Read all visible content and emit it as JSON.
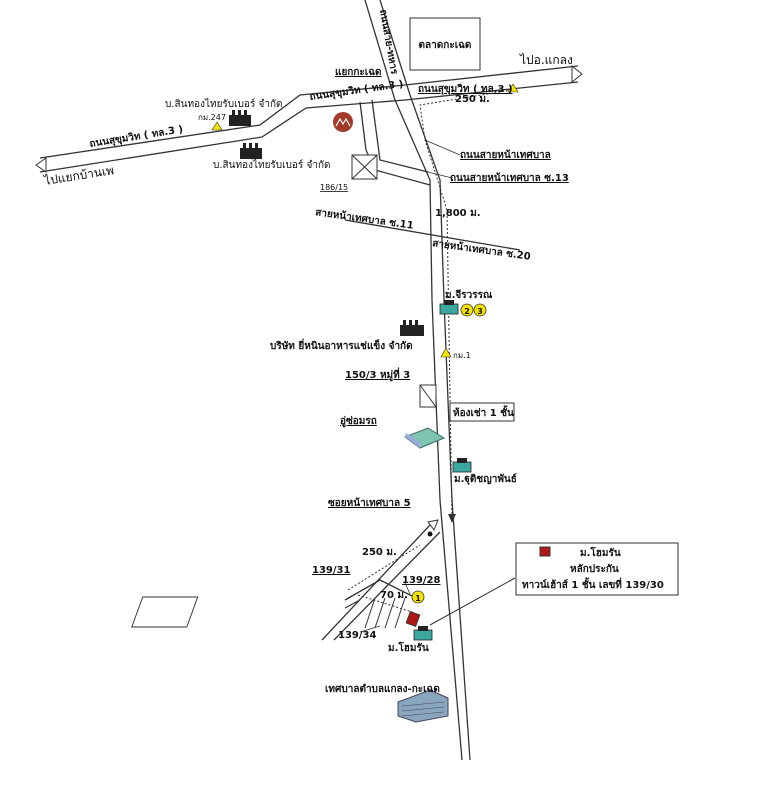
{
  "labels": {
    "market": "ตลาดกะเฉด",
    "to_klaeng": "ไปอ.แกลง",
    "dist_250_top": "250 ม.",
    "junction": "แยกกะเฉด",
    "road_sukhumvit_right": "ถนนสุขุมวิท ( ทล.3 )",
    "road_sukhumvit_mid": "ถนนสุขุมวิท ( ทล.3 )",
    "road_sukhumvit_left": "ถนนสุขุมวิท ( ทล.3 )",
    "to_ban_phe": "ไปแยกบ้านเพ",
    "rubber_co_top": "บ.สินทองไทยรับเบอร์ จำกัด",
    "rubber_co_bottom": "บ.สินทองไทยรับเบอร์ จำกัด",
    "km_marker": "กม.247",
    "road_vertical": "ถนนสาย-ทหาร",
    "road_municipal": "ถนนสายหน้าเทศบาล",
    "road_municipal_13": "ถนนสายหน้าเทศบาล ซ.13",
    "house_186": "186/15",
    "dist_1800": "1,800 ม.",
    "soi_11": "สายหน้าเทศบาล ซ.11",
    "soi_20": "สายหน้าเทศบาล ซ.20",
    "village_jirawan": "ม.จีรวรรณ",
    "frozen_food_co": "บริษัท ยี่หนินอาหารแช่แข็ง จำกัด",
    "km1": "กม.1",
    "house_150": "150/3 หมู่ที่ 3",
    "rental_room": "ห้องเช่า 1 ชั้น",
    "garage": "อู่ซ่อมรถ",
    "village_thuti": "ม.ฐุติชญาพันธ์",
    "soi_5": "ซอยหน้าเทศบาล 5",
    "dist_250_bottom": "250 ม.",
    "house_139_31": "139/31",
    "house_139_28": "139/28",
    "dist_70": "70 ม.",
    "house_139_34": "139/34",
    "village_homrun": "ม.โฮมรัน",
    "municipality": "เทศบาลตำบลแกลง-กะเฉด"
  },
  "legend": {
    "title": "ม.โฮมรัน",
    "line2": "หลักประกัน",
    "line3": "ทาวน์เฮ้าส์ 1 ชั้น เลขที่ 139/30"
  },
  "markers": {
    "n1": "1",
    "n2": "2",
    "n3": "3"
  },
  "colors": {
    "marker_yellow": "#f5e400",
    "collateral_red": "#b01818",
    "logo_red": "#a23b2a",
    "building_teal": "#3aa8a0"
  }
}
